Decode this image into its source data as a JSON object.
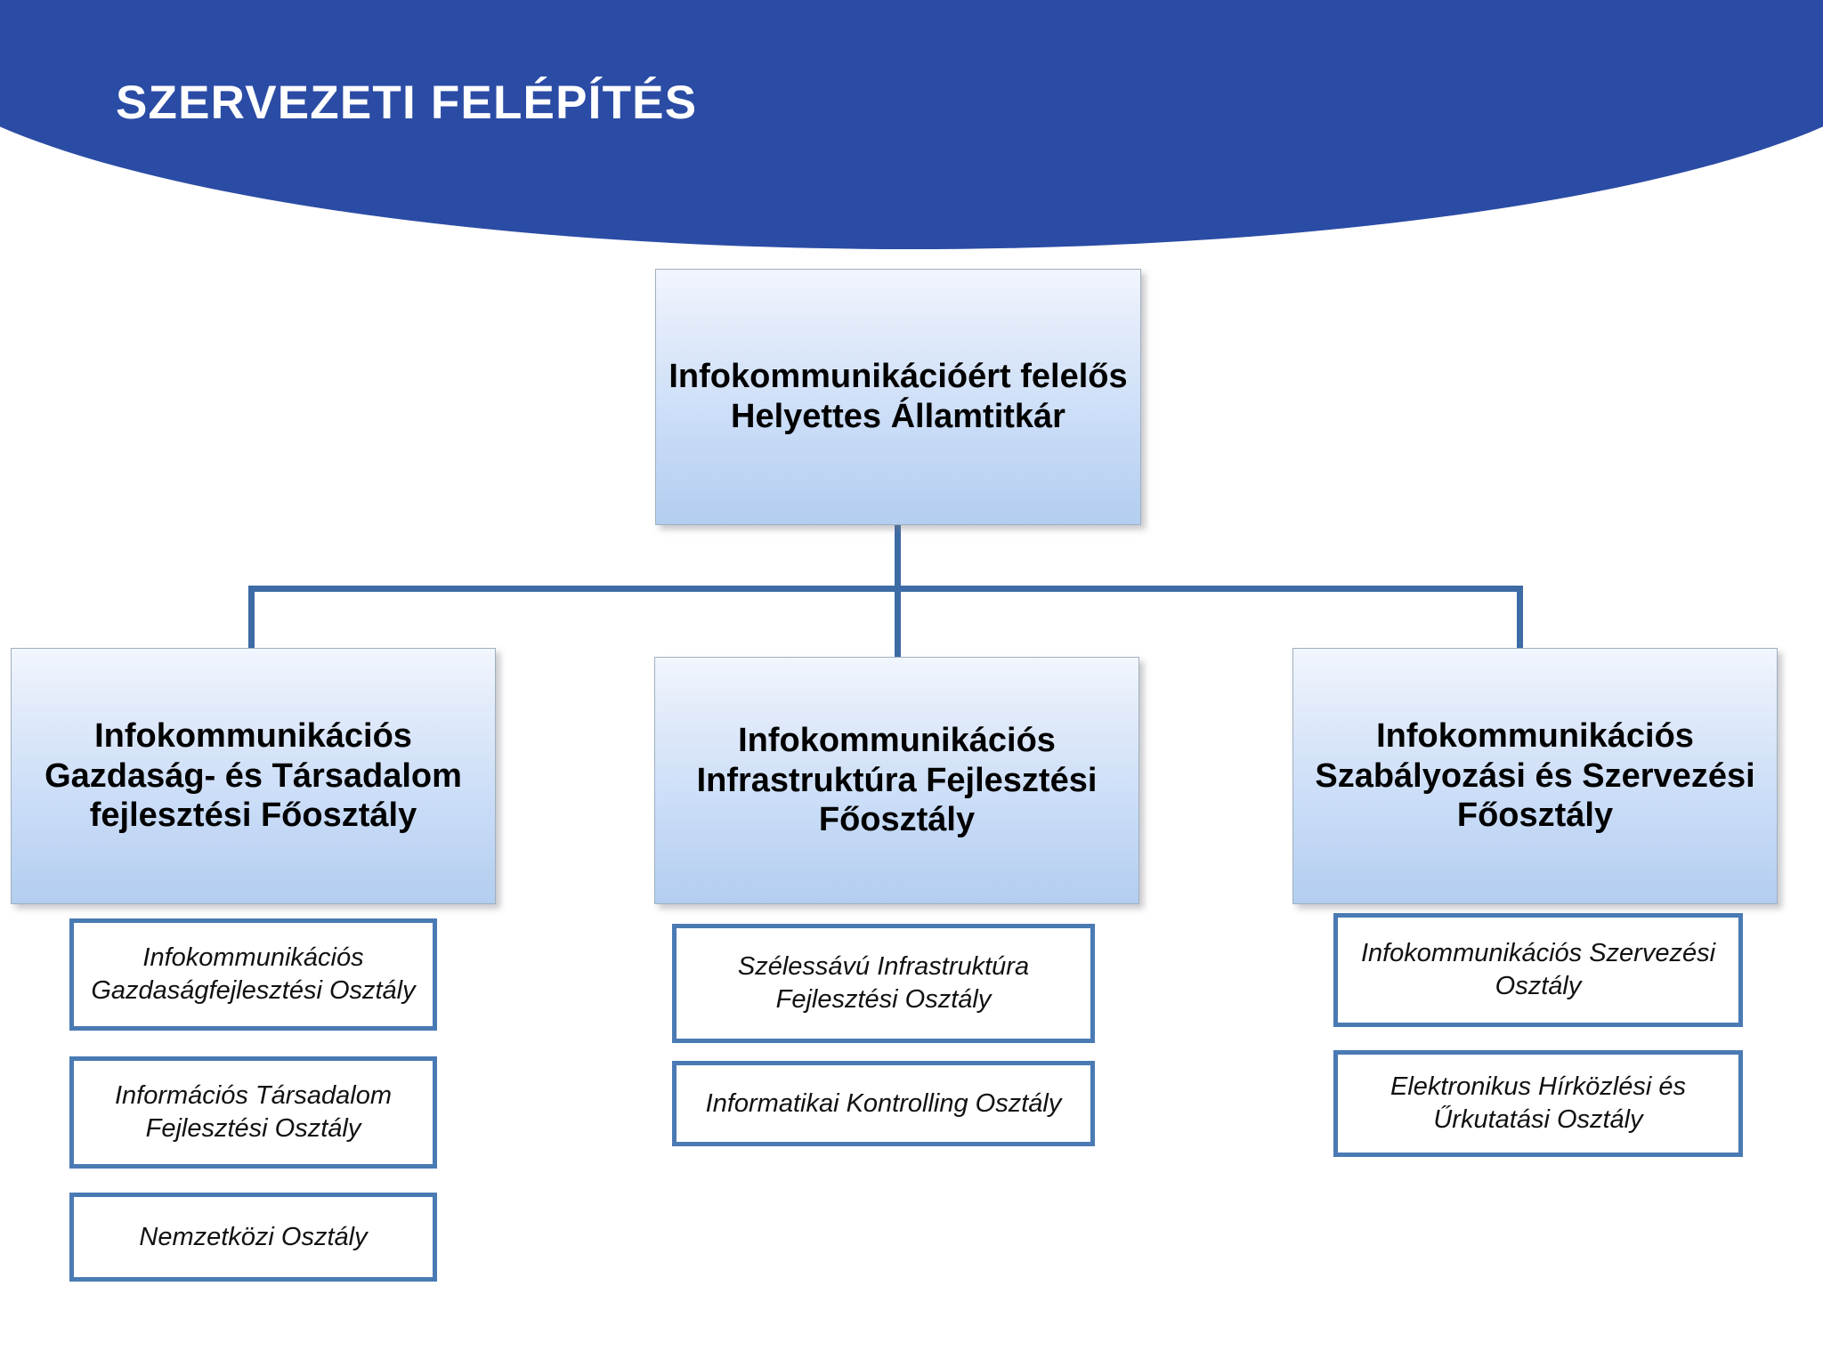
{
  "banner": {
    "title": "SZERVEZETI FELÉPÍTÉS",
    "color": "#2b4ca5",
    "text_color": "#ffffff"
  },
  "theme": {
    "node_border": "#9fb0bf",
    "node_fill_top": "#f2f6fd",
    "node_fill_bottom": "#b3ceef",
    "connector_color": "#3d6ba5",
    "sub_border": "#4a7ab4",
    "sub_fill": "#ffffff"
  },
  "chart_data": {
    "type": "diagram",
    "title": "SZERVEZETI FELÉPÍTÉS",
    "root": "Infokommunikációért felelős Helyettes Államtitkár",
    "departments": [
      {
        "name": "Infokommunikációs Gazdaság- és Társadalom fejlesztési Főosztály",
        "units": [
          "Infokommunikációs Gazdaságfejlesztési Osztály",
          "Információs Társadalom Fejlesztési Osztály",
          "Nemzetközi Osztály"
        ]
      },
      {
        "name": "Infokommunikációs Infrastruktúra Fejlesztési Főosztály",
        "units": [
          "Szélessávú Infrastruktúra Fejlesztési Osztály",
          "Informatikai Kontrolling Osztály"
        ]
      },
      {
        "name": "Infokommunikációs Szabályozási és Szervezési Főosztály",
        "units": [
          "Infokommunikációs Szervezési Osztály",
          "Elektronikus Hírközlési és Űrkutatási Osztály"
        ]
      }
    ]
  }
}
